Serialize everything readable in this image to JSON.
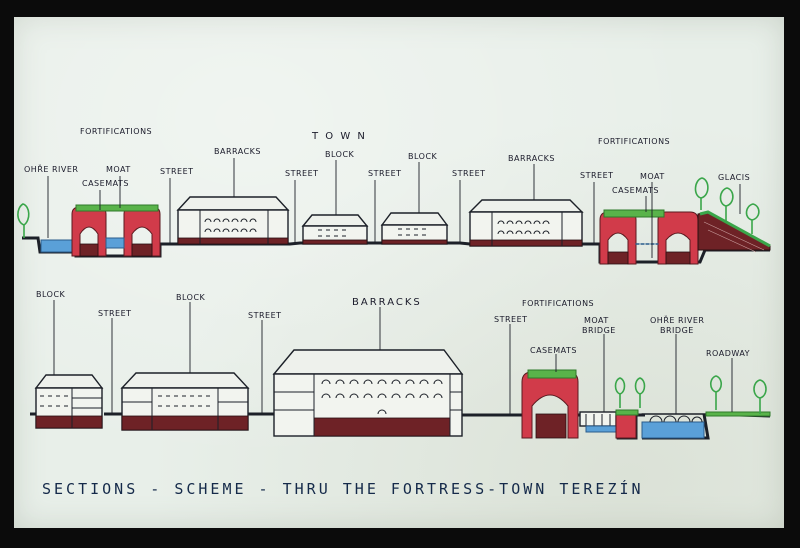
{
  "title": "SECTIONS  -  SCHEME - THRU THE FORTRESS-TOWN TEREZÍN",
  "top_labels": {
    "fortifications_left": "FORTIFICATIONS",
    "ohre_river": "OHŘE RIVER",
    "moat_left": "MOAT",
    "casemats_left": "CASEMATS",
    "street_1": "STREET",
    "barracks_left": "BARRACKS",
    "town": "T O W N",
    "street_2": "STREET",
    "block_1": "BLOCK",
    "street_3": "STREET",
    "block_2": "BLOCK",
    "street_4": "STREET",
    "barracks_right": "BARRACKS",
    "street_5": "STREET",
    "fortifications_right": "FORTIFICATIONS",
    "moat_right": "MOAT",
    "casemats_right": "CASEMATS",
    "glacis": "GLACIS"
  },
  "bottom_labels": {
    "block_1": "BLOCK",
    "street_1": "STREET",
    "block_2": "BLOCK",
    "street_2": "STREET",
    "barracks": "BARRACKS",
    "street_3": "STREET",
    "fortifications": "FORTIFICATIONS",
    "casemats": "CASEMATS",
    "moat_bridge_1": "MOAT",
    "moat_bridge_2": "BRIDGE",
    "ohre_bridge_1": "OHŘE RIVER",
    "ohre_bridge_2": "BRIDGE",
    "roadway": "ROADWAY"
  },
  "colors": {
    "paper": "#e8efe9",
    "ink": "#1c2028",
    "brick": "#d13b4a",
    "water": "#5aa0d8",
    "grass": "#59b34a",
    "base": "#6e2226"
  }
}
